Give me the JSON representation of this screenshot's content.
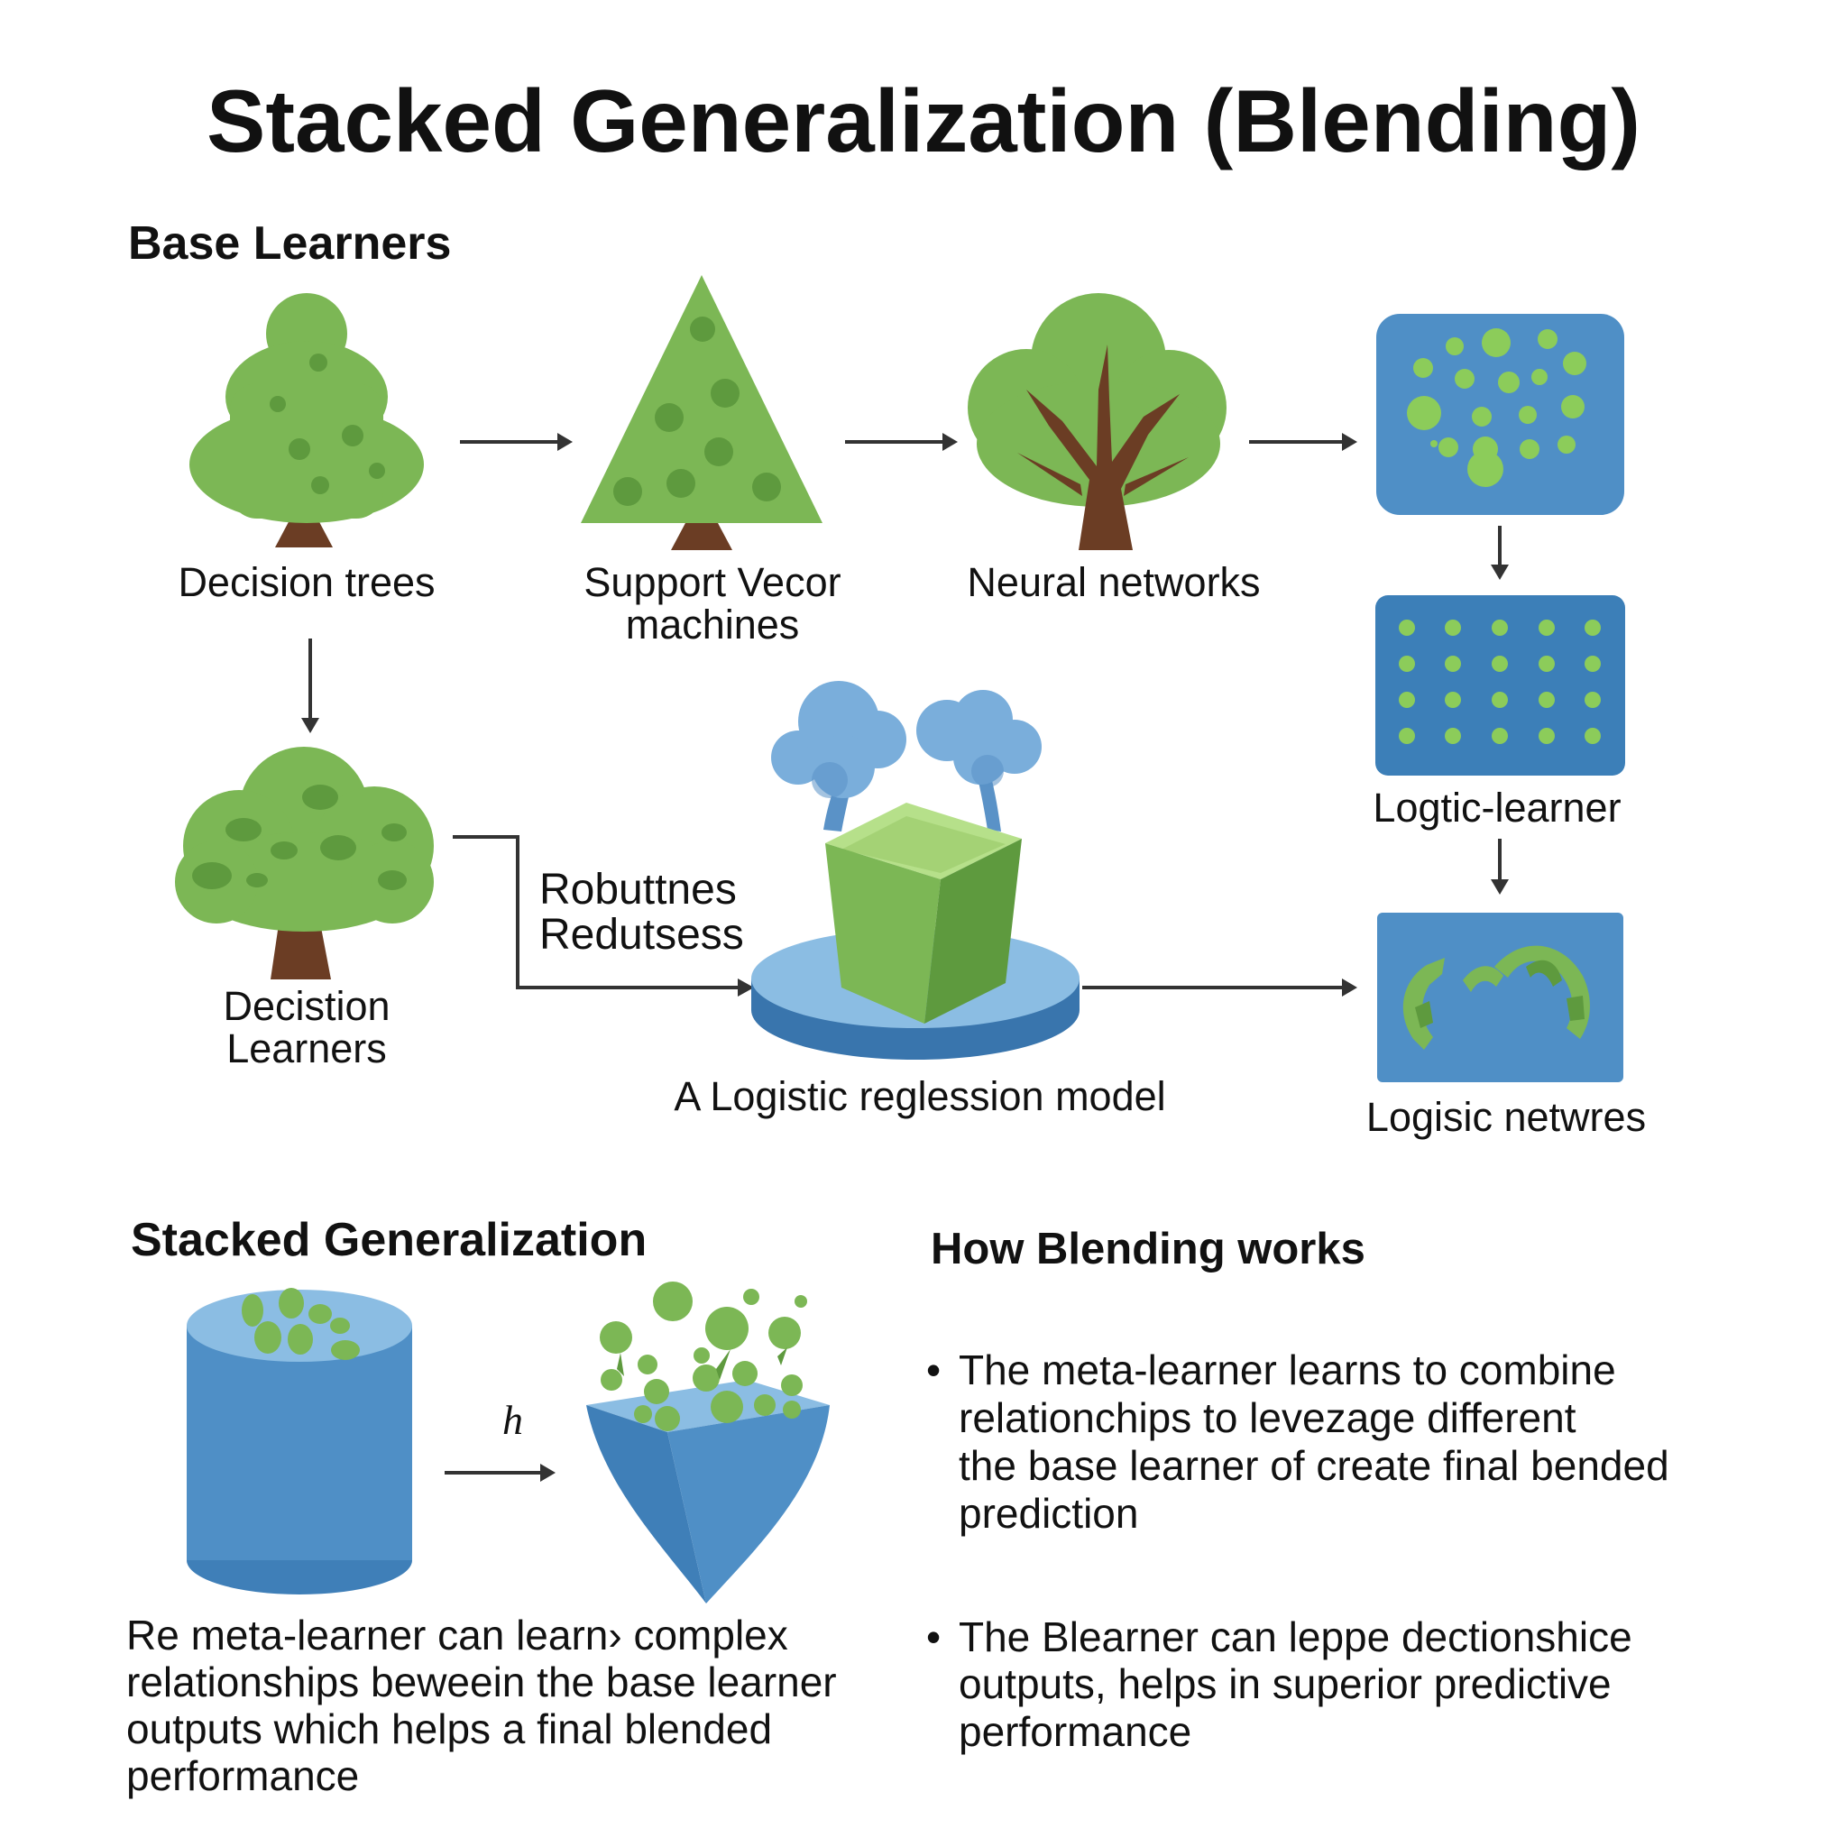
{
  "title": "Stacked Generalization (Blending)",
  "base_learners": {
    "heading": "Base Learners",
    "decision_trees_label": "Decision trees",
    "svm_label_line1": "Support Vecor",
    "svm_label_line2": "machines",
    "neural_networks_label": "Neural networks",
    "logtic_learner_label": "Logtic-learner",
    "decistion_label_line1": "Decistion",
    "decistion_label_line2": "Learners",
    "robust_label_line1": "Robuttnes",
    "robust_label_line2": "Redutsess",
    "logistic_model_label": "A Logistic reglession model",
    "logisic_networks_label": "Logisic netwres"
  },
  "stacked_section": {
    "heading": "Stacked Generalization",
    "arrow_label": "h",
    "description_line1": "Re meta-learner can learn› complex",
    "description_line2": "relationships beweein the base learner",
    "description_line3": "outputs which helps a final blended",
    "description_line4": "performance"
  },
  "blending_section": {
    "heading": "How Blending works",
    "bullet_symbol": "•",
    "bullets": [
      {
        "line1": "The meta-learner learns to combine",
        "line2": "relationchips to levezage different",
        "line3": "the base learner of create final bended",
        "line4": "prediction"
      },
      {
        "line1": "The Blearner can leppe dectionshice",
        "line2": "outputs, helps in superior predictive",
        "line3": "performance",
        "line4": ""
      }
    ]
  },
  "colors": {
    "leaf_green": "#7cb755",
    "dark_green": "#5e9a3e",
    "light_green": "#a8d47c",
    "trunk_brown": "#6b3d24",
    "panel_blue": "#4f8fc6",
    "dark_blue": "#3975ad",
    "cloud_blue": "#7aaedb",
    "arrow": "#333333"
  }
}
